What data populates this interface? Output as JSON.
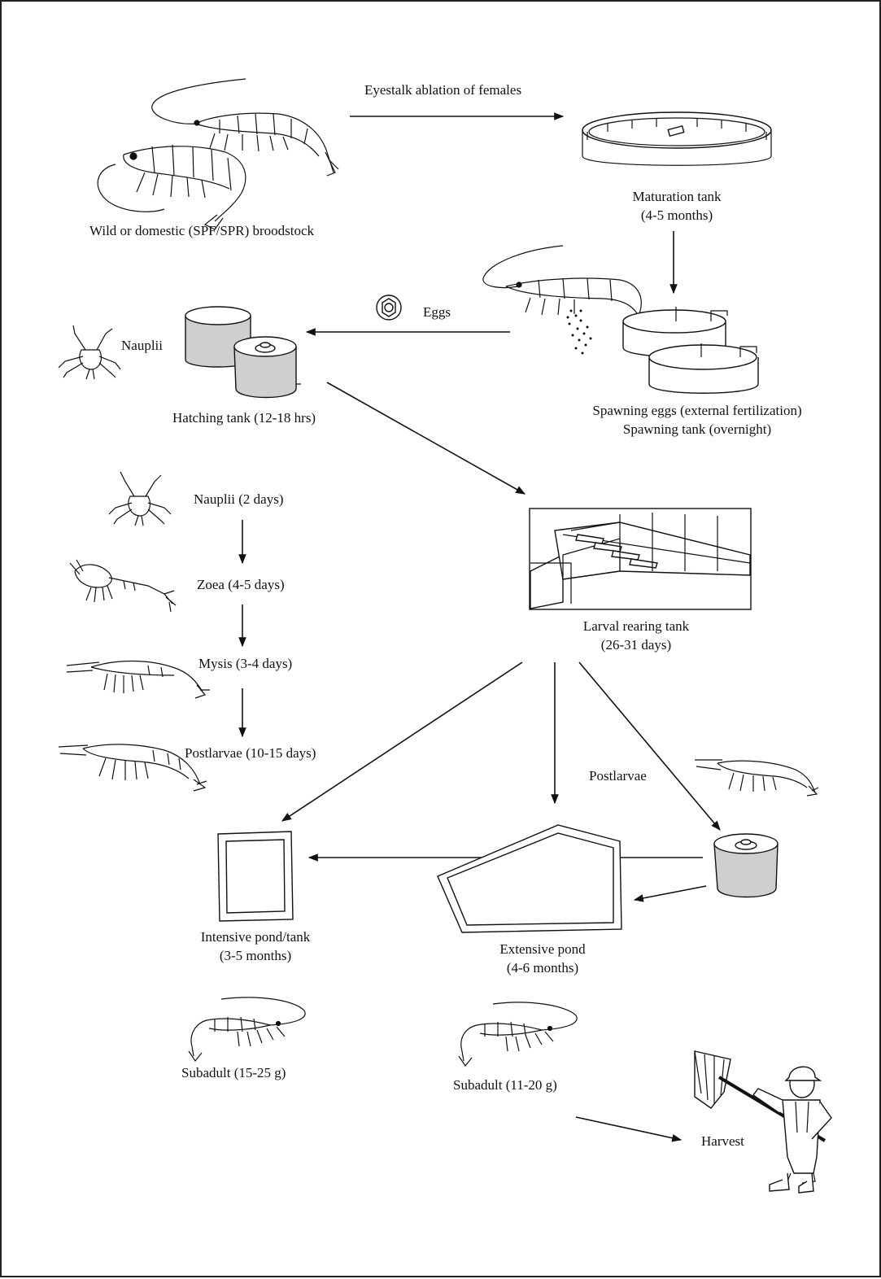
{
  "labels": {
    "eyestalk": "Eyestalk ablation of females",
    "broodstock": "Wild or domestic (SPF/SPR) broodstock",
    "maturation_1": "Maturation tank",
    "maturation_2": "(4-5 months)",
    "eggs": "Eggs",
    "nauplii_top": "Nauplii",
    "hatching": "Hatching  tank (12-18 hrs)",
    "spawning_1": "Spawning eggs (external fertilization)",
    "spawning_2": "Spawning tank (overnight)",
    "nauplii_stage": "Nauplii (2 days)",
    "zoea": "Zoea (4-5 days)",
    "mysis": "Mysis (3-4 days)",
    "postlarvae_stage": "Postlarvae (10-15 days)",
    "larval_1": "Larval rearing tank",
    "larval_2": "(26-31 days)",
    "postlarvae": "Postlarvae",
    "intensive_1": "Intensive pond/tank",
    "intensive_2": "(3-5 months)",
    "extensive_1": "Extensive pond",
    "extensive_2": "(4-6 months)",
    "subadult_1": "Subadult (15-25 g)",
    "subadult_2": "Subadult (11-20 g)",
    "harvest": "Harvest"
  }
}
